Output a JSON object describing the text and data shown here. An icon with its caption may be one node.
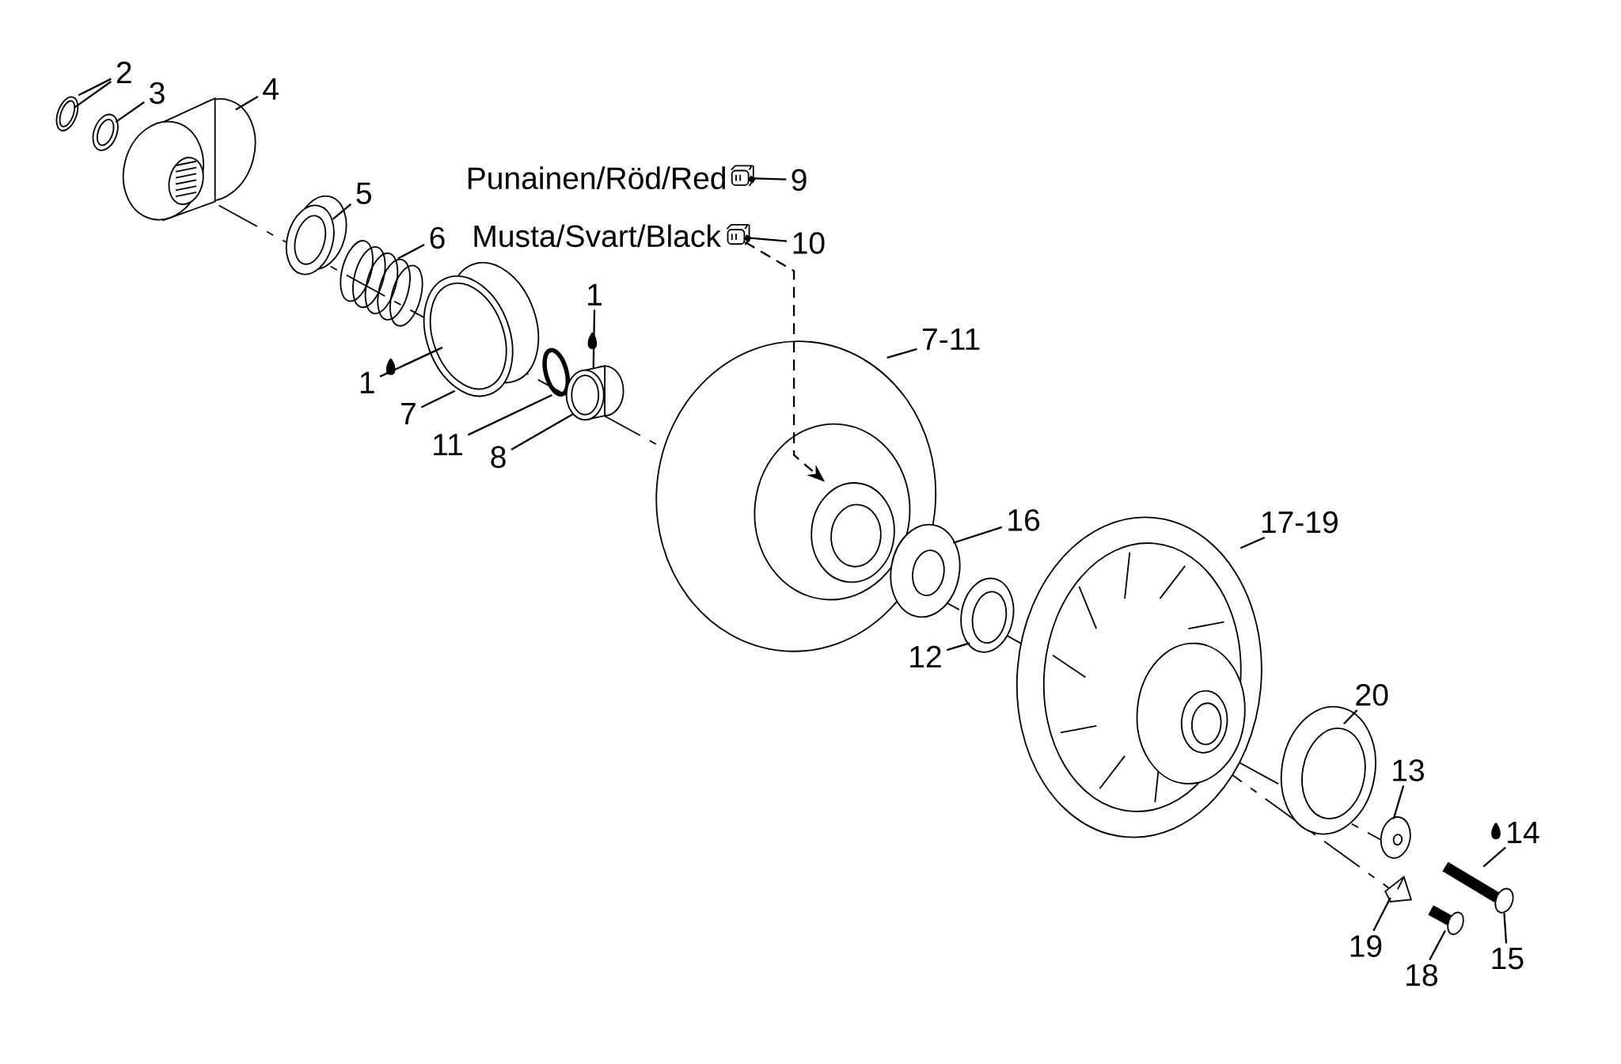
{
  "diagram": {
    "nodes": [
      {
        "text": [
          "2"
        ]
      },
      {
        "text": [
          "3"
        ]
      },
      {
        "text": [
          "4"
        ]
      },
      {
        "text": [
          "5"
        ]
      },
      {
        "text": [
          "6"
        ]
      },
      {
        "text": [
          "1"
        ]
      },
      {
        "text": [
          "1"
        ]
      },
      {
        "text": [
          "7"
        ]
      },
      {
        "text": [
          "11"
        ]
      },
      {
        "text": [
          "8"
        ]
      },
      {
        "text": [
          "Punainen/Röd/Red"
        ]
      },
      {
        "text": [
          "9"
        ]
      },
      {
        "text": [
          "Musta/Svart/Black"
        ]
      },
      {
        "text": [
          "10"
        ]
      },
      {
        "text": [
          "7-11"
        ]
      },
      {
        "text": [
          "16"
        ]
      },
      {
        "text": [
          "17-19"
        ]
      },
      {
        "text": [
          "12"
        ]
      },
      {
        "text": [
          "20"
        ]
      },
      {
        "text": [
          "13"
        ]
      },
      {
        "text": [
          "14"
        ]
      },
      {
        "text": [
          "19"
        ]
      },
      {
        "text": [
          "18"
        ]
      },
      {
        "text": [
          "15"
        ]
      },
      {
        "text": [],
        "shape": "picture"
      },
      {
        "text": [],
        "shape": "picture"
      },
      {
        "text": [],
        "shape": "picture"
      },
      {
        "text": [],
        "shape": "picture"
      },
      {
        "text": [],
        "shape": "picture"
      },
      {
        "text": [],
        "shape": "picture"
      },
      {
        "text": [],
        "shape": "picture"
      },
      {
        "text": [],
        "shape": "picture"
      },
      {
        "text": [],
        "shape": "picture"
      },
      {
        "text": [],
        "shape": "picture"
      },
      {
        "text": [],
        "shape": "picture"
      },
      {
        "text": [],
        "shape": "picture"
      },
      {
        "text": [],
        "shape": "picture"
      },
      {
        "text": [],
        "shape": "picture"
      },
      {
        "text": [],
        "shape": "picture"
      },
      {
        "text": [],
        "shape": "picture"
      },
      {
        "text": [],
        "shape": "picture"
      },
      {
        "text": [],
        "shape": "picture"
      },
      {
        "text": [],
        "shape": "picture"
      }
    ],
    "edges": [
      {
        "from": 0,
        "to": 26,
        "arrow": "none"
      },
      {
        "from": 0,
        "to": 26,
        "arrow": "none"
      },
      {
        "from": 1,
        "to": 27,
        "arrow": "none"
      },
      {
        "from": 2,
        "to": 28,
        "arrow": "none"
      },
      {
        "from": 3,
        "to": 29,
        "arrow": "none"
      },
      {
        "from": 4,
        "to": 30,
        "arrow": "none"
      },
      {
        "from": 5,
        "to": 33,
        "arrow": "none"
      },
      {
        "from": 6,
        "to": 31,
        "arrow": "none"
      },
      {
        "from": 7,
        "to": 31,
        "arrow": "none"
      },
      {
        "from": 8,
        "to": 32,
        "arrow": "none"
      },
      {
        "from": 9,
        "to": 33,
        "arrow": "none"
      },
      {
        "from": 11,
        "to": 24,
        "arrow": "none"
      },
      {
        "from": 13,
        "to": 25,
        "arrow": "none"
      },
      {
        "from": 25,
        "to": 34,
        "arrow": "to",
        "style": "dashed"
      },
      {
        "from": 14,
        "to": 34,
        "arrow": "none"
      },
      {
        "from": 15,
        "to": 35,
        "arrow": "none"
      },
      {
        "from": 16,
        "to": 37,
        "arrow": "none"
      },
      {
        "from": 17,
        "to": 36,
        "arrow": "none"
      },
      {
        "from": 18,
        "to": 38,
        "arrow": "none"
      },
      {
        "from": 19,
        "to": 39,
        "arrow": "none"
      },
      {
        "from": 20,
        "to": 42,
        "arrow": "none"
      },
      {
        "from": 21,
        "to": 40,
        "arrow": "none"
      },
      {
        "from": 22,
        "to": 41,
        "arrow": "none"
      },
      {
        "from": 23,
        "to": 42,
        "arrow": "none"
      }
    ]
  }
}
